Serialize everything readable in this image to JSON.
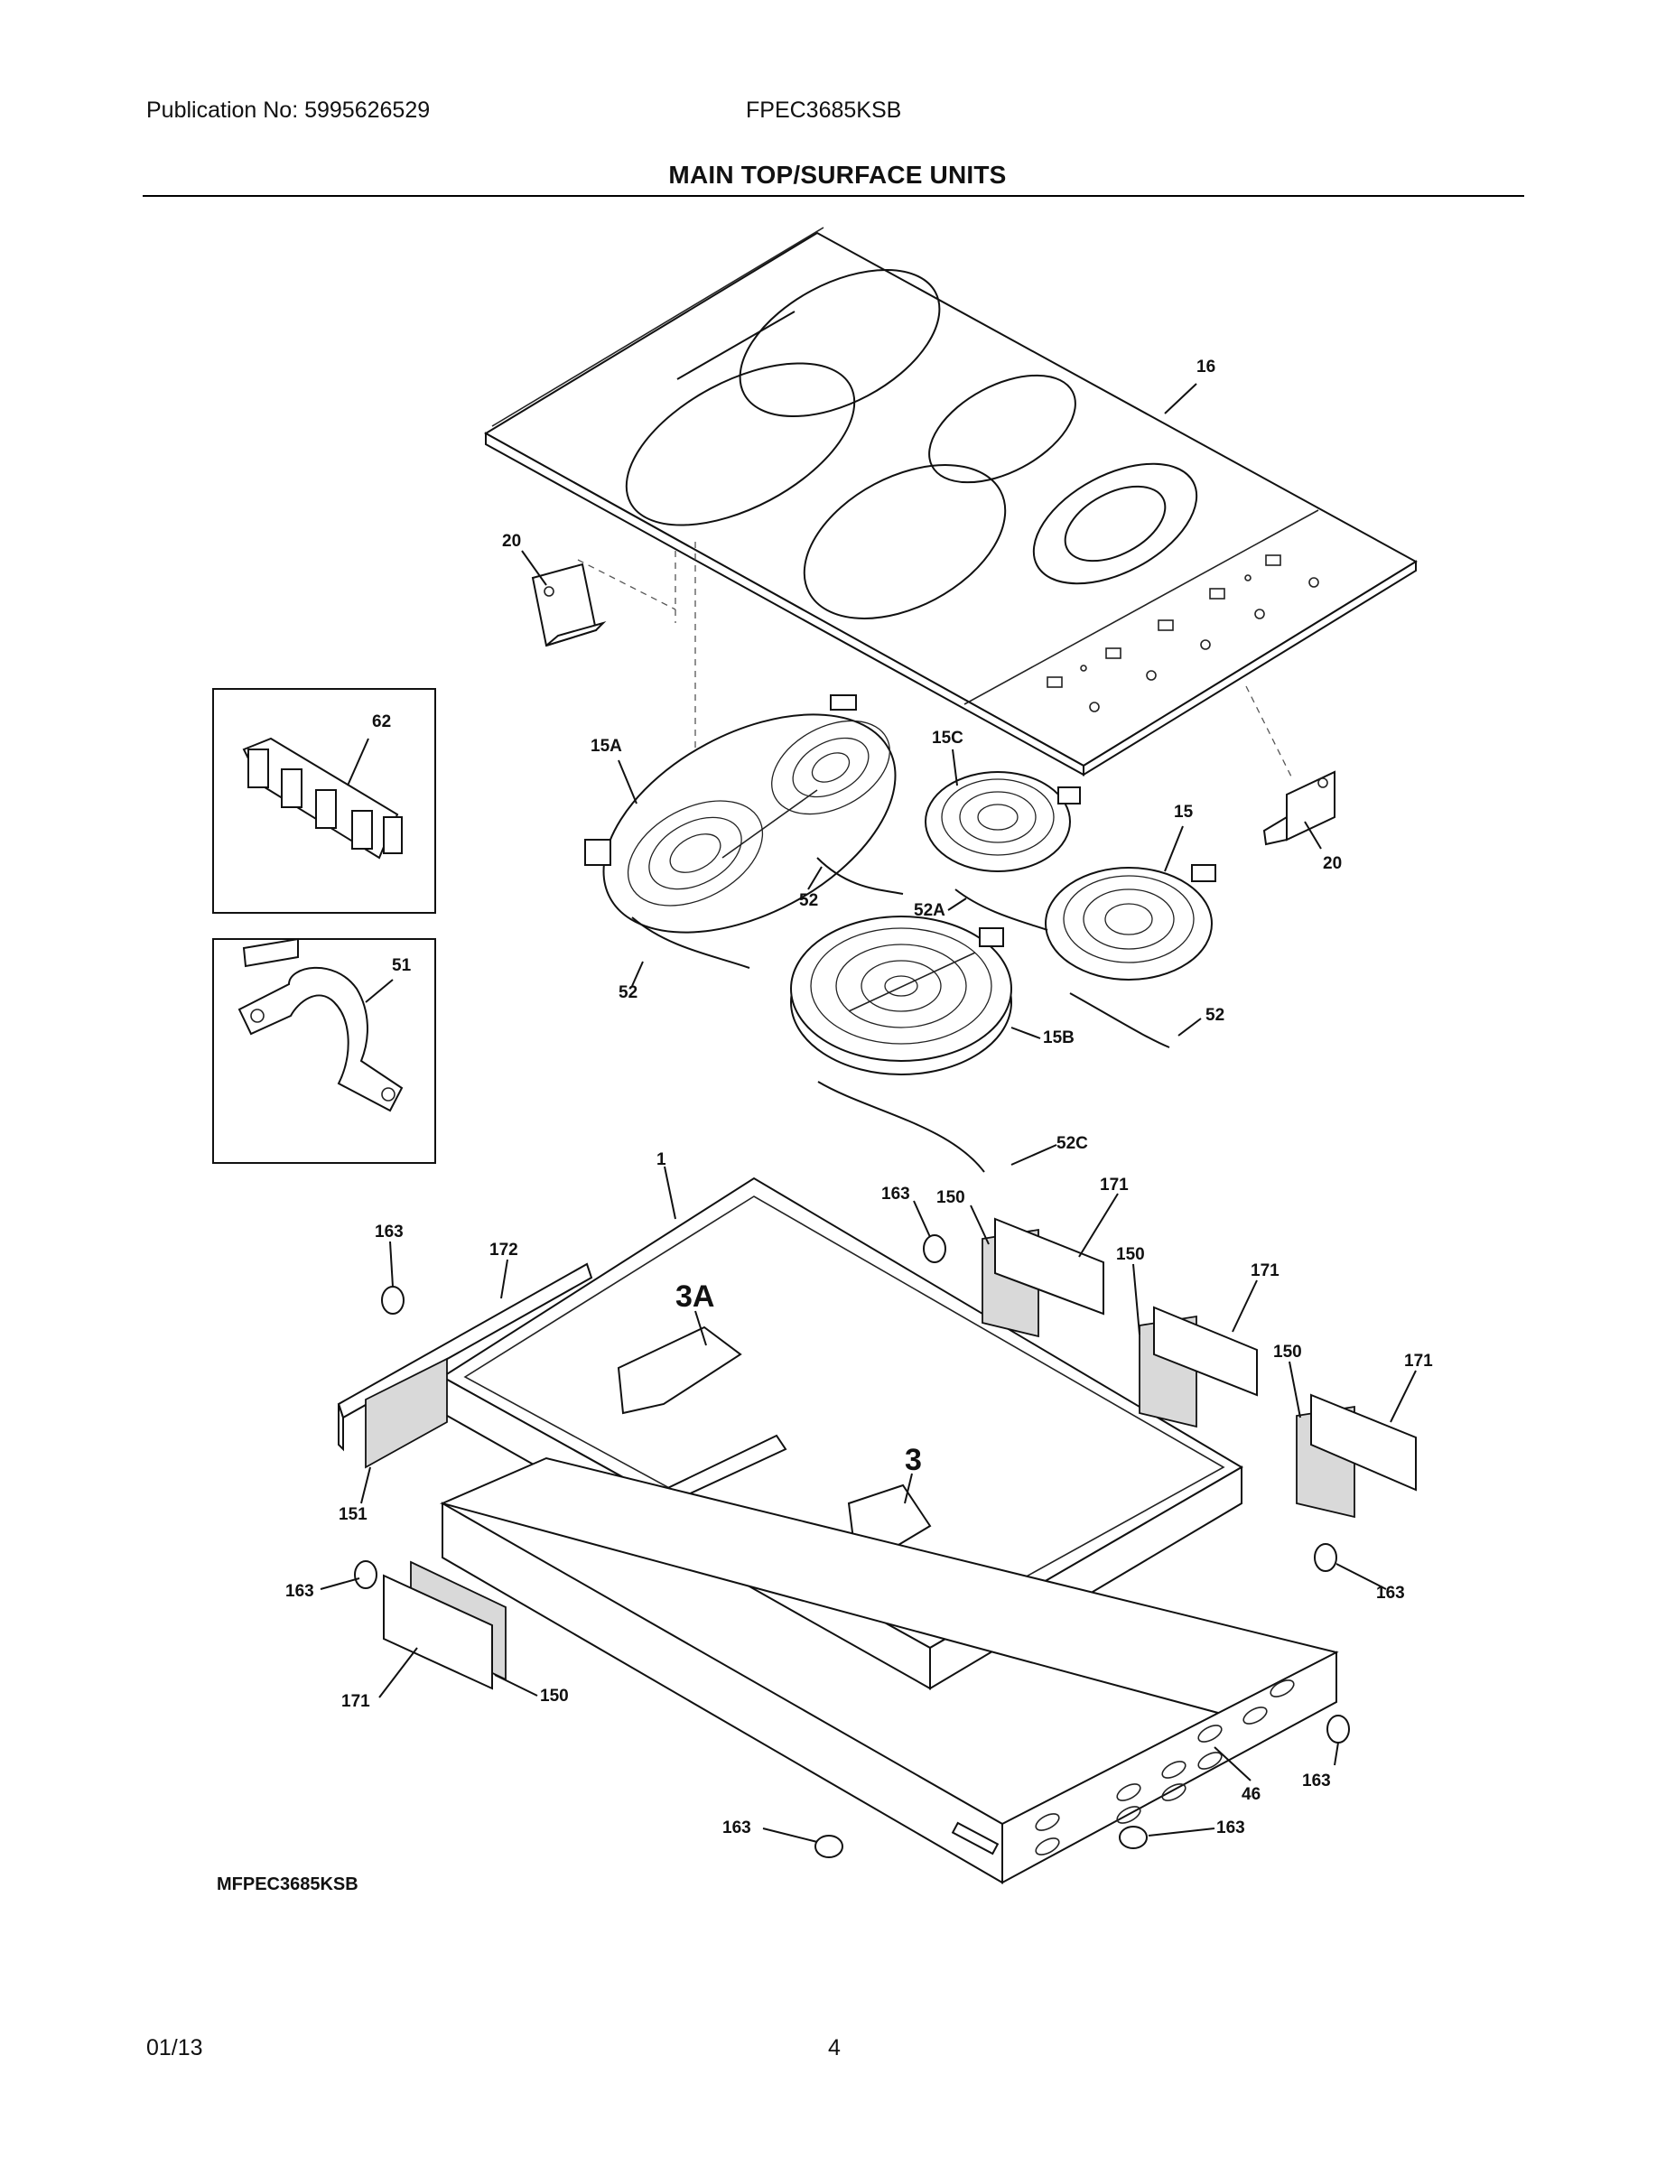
{
  "header": {
    "publication": "Publication No: 5995626529",
    "model": "FPEC3685KSB",
    "title": "MAIN TOP/SURFACE UNITS"
  },
  "footer": {
    "date": "01/13",
    "page": "4"
  },
  "diagram_code": "MFPEC3685KSB",
  "callouts": {
    "c16": "16",
    "c20a": "20",
    "c20b": "20",
    "c62": "62",
    "c51": "51",
    "c15a": "15A",
    "c15c": "15C",
    "c15": "15",
    "c52a": "52",
    "c52A": "52A",
    "c52b": "52",
    "c52c": "52",
    "c15b": "15B",
    "c52C": "52C",
    "c1": "1",
    "c163a": "163",
    "c150a": "150",
    "c171a": "171",
    "c163b": "163",
    "c172": "172",
    "c3A": "3A",
    "c150b": "150",
    "c171b": "171",
    "c150c": "150",
    "c171c": "171",
    "c3": "3",
    "c151": "151",
    "c163c": "163",
    "c163d": "163",
    "c171d": "171",
    "c150d": "150",
    "c163e": "163",
    "c46": "46",
    "c163f": "163",
    "c163g": "163"
  }
}
